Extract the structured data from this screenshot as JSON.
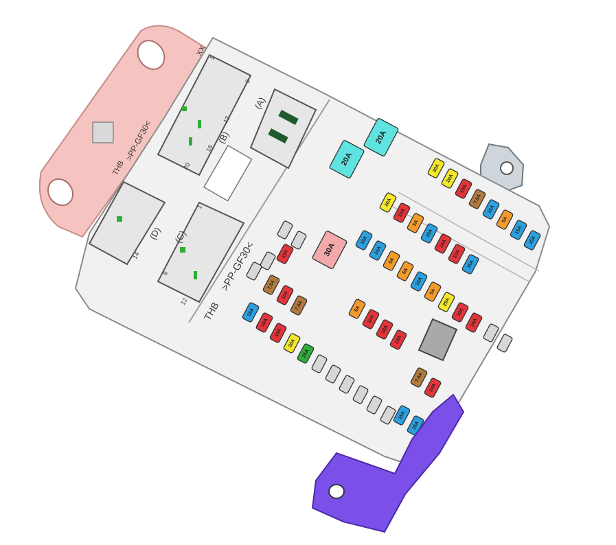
{
  "colors": {
    "housing": "#f1f1f1",
    "housing_edge": "#8a8a8a",
    "bracket_pink": "#f5c4c0",
    "bracket_pink_edge": "#c98c88",
    "bracket_purple": "#7a50e8",
    "bracket_purple_edge": "#4a2aa8",
    "bracket_metal": "#cfd6db",
    "cyan": "#5fe3e0",
    "pink": "#f2a9aa",
    "red": "#e2343a",
    "orange": "#f39a2c",
    "yellow": "#f5e82a",
    "brown": "#b37a3e",
    "blue": "#2ba0e0",
    "green": "#2fae3a",
    "gray": "#d7d7d7"
  },
  "markings": {
    "pink_bracket_code": ">PP-GF30<",
    "pink_bracket_code2": "THB",
    "pink_bracket_code3": "XX",
    "housing_code": ">PP-GF30<",
    "housing_code2": "THB",
    "connector_a": "(A)",
    "connector_b": "(B)",
    "connector_c": "(C)",
    "connector_d": "(D)",
    "pin_1a": "1",
    "pin_9": "9",
    "pin_13": "13",
    "pin_16": "16",
    "pin_20": "20",
    "pin_1c": "1",
    "pin_8": "8",
    "pin_12": "12",
    "pin_14": "14"
  },
  "fuse_labels": {
    "l20A": "20A",
    "l30A": "30A",
    "l10A": "10A",
    "l15A": "15A",
    "l5A": "5A",
    "l7_5A": "7.5A",
    "l25A": "25A"
  },
  "large_fuses": [
    {
      "label_key": "l20A",
      "color": "cyan",
      "u": 555,
      "v": 40
    },
    {
      "label_key": "l20A",
      "color": "cyan",
      "u": 505,
      "v": 72
    },
    {
      "label_key": "l30A",
      "color": "pink",
      "u": 480,
      "v": 204
    }
  ],
  "mini_fuses": [
    {
      "u": 650,
      "v": 60,
      "c": "yellow",
      "t": "l20A"
    },
    {
      "u": 670,
      "v": 75,
      "c": "yellow",
      "t": "l20A"
    },
    {
      "u": 690,
      "v": 90,
      "c": "red",
      "t": "l10A"
    },
    {
      "u": 710,
      "v": 105,
      "c": "brown",
      "t": "l7_5A"
    },
    {
      "u": 730,
      "v": 120,
      "c": "blue",
      "t": "l15A"
    },
    {
      "u": 750,
      "v": 135,
      "c": "orange",
      "t": "l5A"
    },
    {
      "u": 770,
      "v": 150,
      "c": "blue",
      "t": "l15A"
    },
    {
      "u": 790,
      "v": 165,
      "c": "blue",
      "t": "l15A"
    },
    {
      "u": 580,
      "v": 110,
      "c": "yellow",
      "t": "l20A"
    },
    {
      "u": 600,
      "v": 125,
      "c": "red",
      "t": "l10A"
    },
    {
      "u": 620,
      "v": 140,
      "c": "orange",
      "t": "l5A"
    },
    {
      "u": 640,
      "v": 155,
      "c": "blue",
      "t": "l15A"
    },
    {
      "u": 660,
      "v": 170,
      "c": "red",
      "t": "l10A"
    },
    {
      "u": 680,
      "v": 185,
      "c": "red",
      "t": "l10A"
    },
    {
      "u": 700,
      "v": 200,
      "c": "blue",
      "t": "l15A"
    },
    {
      "u": 545,
      "v": 165,
      "c": "blue",
      "t": "l15A"
    },
    {
      "u": 565,
      "v": 180,
      "c": "blue",
      "t": "l15A"
    },
    {
      "u": 585,
      "v": 195,
      "c": "orange",
      "t": "l5A"
    },
    {
      "u": 605,
      "v": 210,
      "c": "orange",
      "t": "l5A"
    },
    {
      "u": 625,
      "v": 225,
      "c": "blue",
      "t": "l15A"
    },
    {
      "u": 645,
      "v": 240,
      "c": "orange",
      "t": "l5A"
    },
    {
      "u": 665,
      "v": 255,
      "c": "yellow",
      "t": "l20A"
    },
    {
      "u": 685,
      "v": 270,
      "c": "red",
      "t": "l10A"
    },
    {
      "u": 705,
      "v": 285,
      "c": "red",
      "t": "l10A"
    },
    {
      "u": 430,
      "v": 185,
      "c": "red",
      "t": "l10A"
    },
    {
      "u": 410,
      "v": 230,
      "c": "brown",
      "t": "l7_5A"
    },
    {
      "u": 430,
      "v": 245,
      "c": "red",
      "t": "l10A"
    },
    {
      "u": 450,
      "v": 260,
      "c": "brown",
      "t": "l7_5A"
    },
    {
      "u": 380,
      "v": 270,
      "c": "blue",
      "t": "l15A"
    },
    {
      "u": 400,
      "v": 285,
      "c": "red",
      "t": "l10A"
    },
    {
      "u": 420,
      "v": 300,
      "c": "red",
      "t": "l10A"
    },
    {
      "u": 440,
      "v": 315,
      "c": "yellow",
      "t": "l20A"
    },
    {
      "u": 460,
      "v": 330,
      "c": "green",
      "t": "l25A"
    },
    {
      "u": 535,
      "v": 265,
      "c": "orange",
      "t": "l5A"
    },
    {
      "u": 555,
      "v": 280,
      "c": "red",
      "t": "l10A"
    },
    {
      "u": 575,
      "v": 295,
      "c": "red",
      "t": "l10A"
    },
    {
      "u": 595,
      "v": 310,
      "c": "red",
      "t": "l10A"
    },
    {
      "u": 625,
      "v": 365,
      "c": "brown",
      "t": "l7_5A"
    },
    {
      "u": 645,
      "v": 380,
      "c": "red",
      "t": "l10A"
    },
    {
      "u": 600,
      "v": 420,
      "c": "blue",
      "t": "l15A"
    },
    {
      "u": 620,
      "v": 435,
      "c": "blue",
      "t": "l15A"
    }
  ],
  "empty_slots": [
    {
      "u": 480,
      "v": 345
    },
    {
      "u": 500,
      "v": 360
    },
    {
      "u": 520,
      "v": 375
    },
    {
      "u": 540,
      "v": 390
    },
    {
      "u": 560,
      "v": 405
    },
    {
      "u": 580,
      "v": 420
    },
    {
      "u": 430,
      "v": 150
    },
    {
      "u": 450,
      "v": 165
    },
    {
      "u": 405,
      "v": 195
    },
    {
      "u": 385,
      "v": 210
    },
    {
      "u": 730,
      "v": 300
    },
    {
      "u": 750,
      "v": 315
    }
  ]
}
